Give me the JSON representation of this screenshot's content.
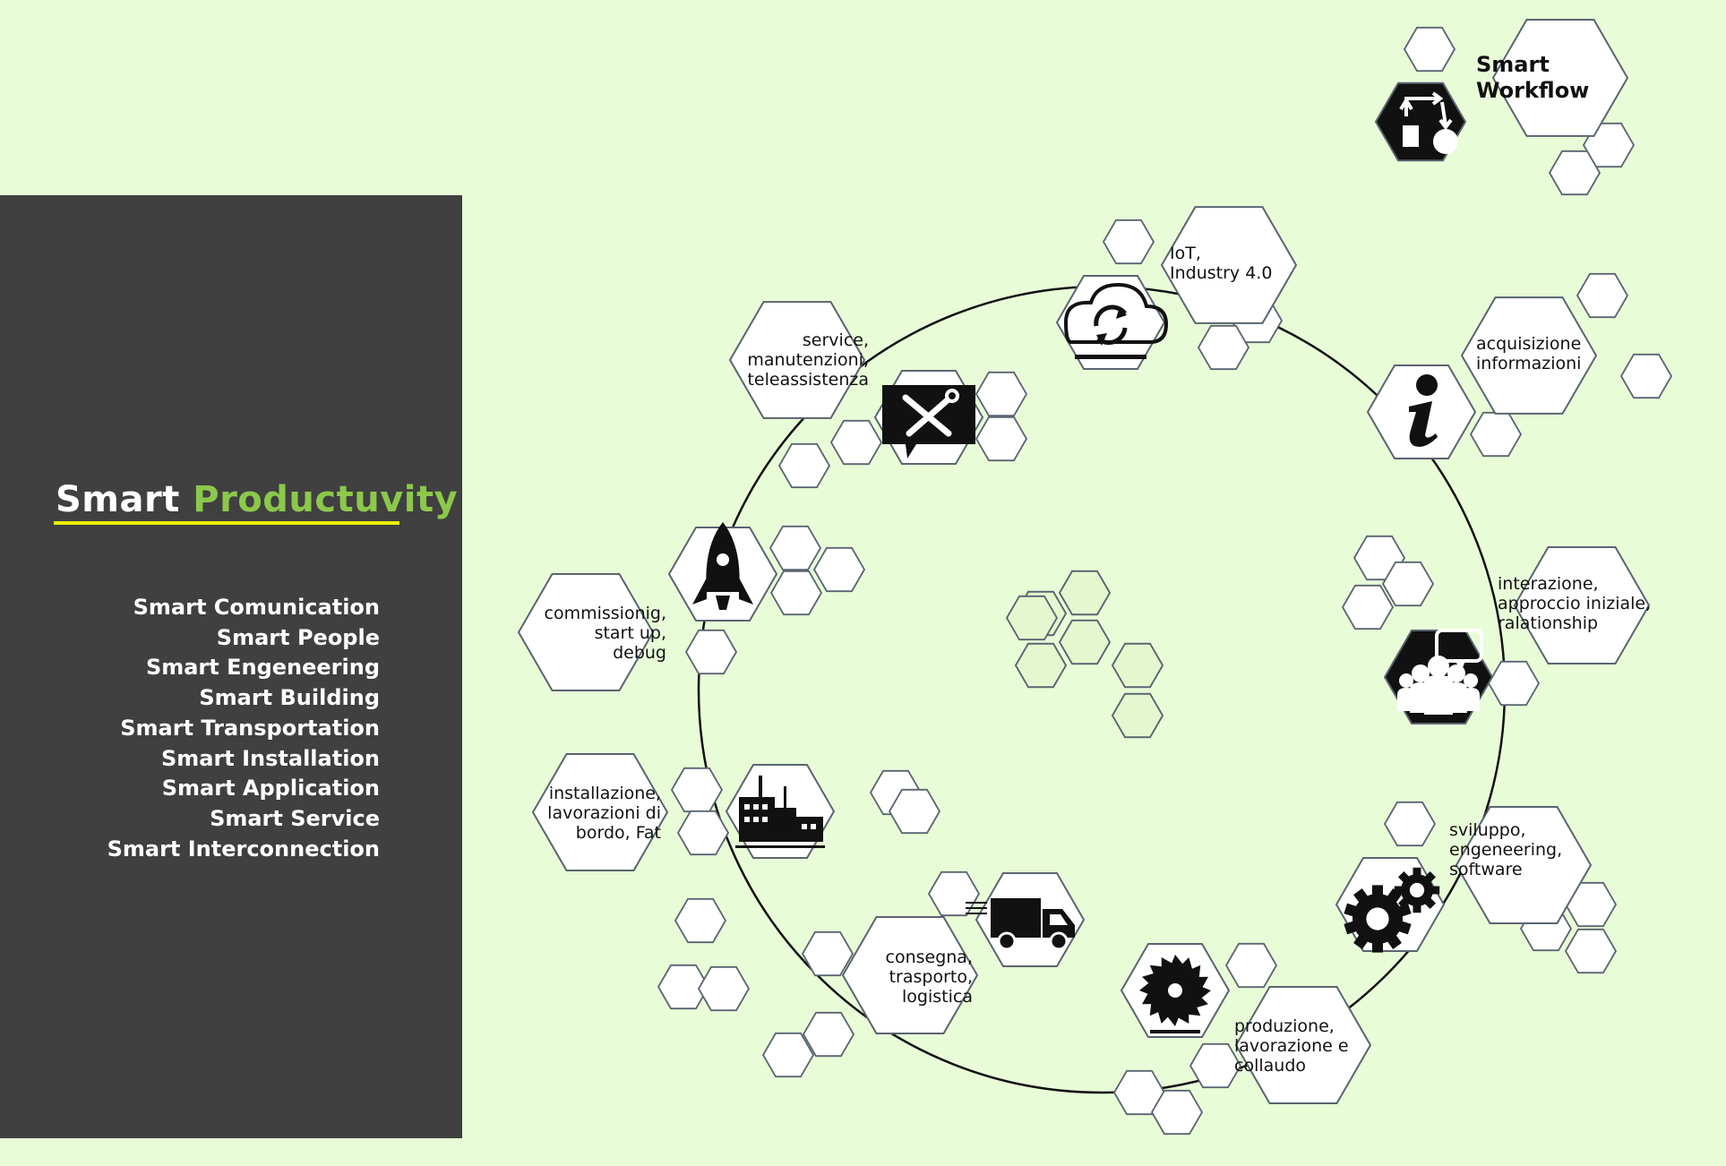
{
  "sidebar": {
    "title_white": "Smart",
    "title_green": "Productuvity",
    "items": [
      "Smart Comunication",
      "Smart People",
      "Smart Engeneering",
      "Smart Building",
      "Smart Transportation",
      "Smart Installation",
      "Smart Application",
      "Smart Service",
      "Smart Interconnection"
    ]
  },
  "workflow": {
    "title_lines": [
      "Smart",
      "Workflow"
    ]
  },
  "steps": [
    {
      "id": "iot",
      "icon": "cloud-sync-icon",
      "lines": [
        "IoT,",
        "Industry 4.0"
      ]
    },
    {
      "id": "acquisizione",
      "icon": "info-icon",
      "lines": [
        "acquisizione",
        "informazioni"
      ]
    },
    {
      "id": "interazione",
      "icon": "people-chat-icon",
      "lines": [
        "interazione,",
        "approccio iniziale,",
        "ralationship"
      ]
    },
    {
      "id": "sviluppo",
      "icon": "gears-icon",
      "lines": [
        "sviluppo,",
        "engeneering,",
        "software"
      ]
    },
    {
      "id": "produzione",
      "icon": "saw-blade-icon",
      "lines": [
        "produzione,",
        "lavorazione e",
        "collaudo"
      ]
    },
    {
      "id": "consegna",
      "icon": "truck-icon",
      "lines": [
        "consegna,",
        "trasporto,",
        "logistica"
      ]
    },
    {
      "id": "installazione",
      "icon": "factory-icon",
      "lines": [
        "installazione,",
        "lavorazioni di",
        "bordo, Fat"
      ]
    },
    {
      "id": "commissioning",
      "icon": "rocket-icon",
      "lines": [
        "commissionig,",
        "start up,",
        "debug"
      ]
    },
    {
      "id": "service",
      "icon": "tools-chat-icon",
      "lines": [
        "service,",
        "manutenzioni,",
        "teleassistenza"
      ]
    }
  ],
  "colors": {
    "background": "#e8fcd8",
    "panel": "#404040",
    "accent_green": "#8cc84b",
    "underline_yellow": "#e8f000",
    "hex_stroke": "#5a6470"
  }
}
